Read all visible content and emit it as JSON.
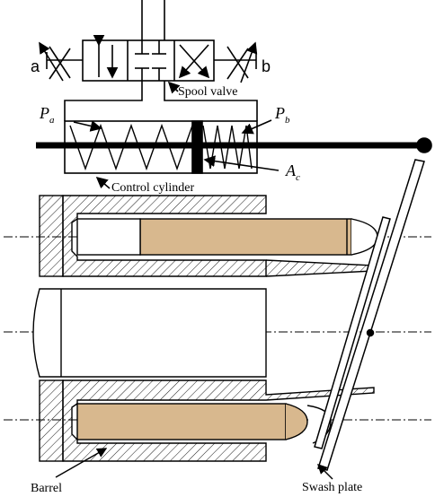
{
  "labels": {
    "port_a": "a",
    "port_b": "b",
    "spool_valve": "Spool valve",
    "pressure_a": {
      "base": "P",
      "sub": "a"
    },
    "pressure_b": {
      "base": "P",
      "sub": "b"
    },
    "area_c": {
      "base": "A",
      "sub": "c"
    },
    "control_cylinder": "Control cylinder",
    "barrel": "Barrel",
    "swash_plate": "Swash plate"
  },
  "colors": {
    "line": "#000000",
    "piston_fill": "#d8b88e",
    "background": "#ffffff"
  }
}
